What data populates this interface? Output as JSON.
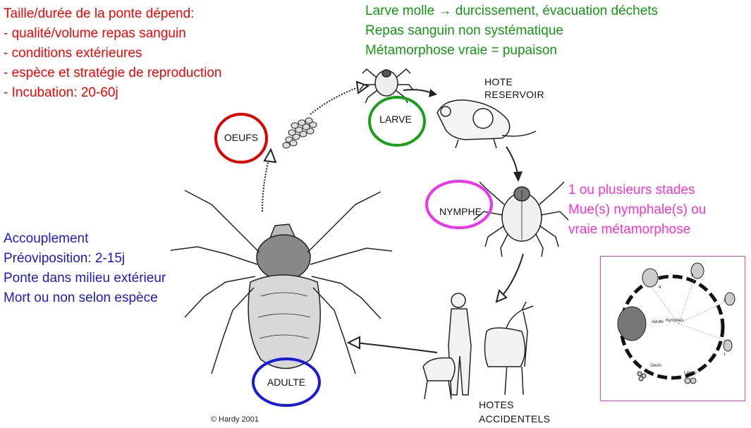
{
  "notes": {
    "eggs": [
      "Taille/durée de la ponte dépend:",
      "- qualité/volume repas sanguin",
      "- conditions extérieures",
      "- espèce et stratégie de reproduction",
      "- Incubation: 20-60j"
    ],
    "larva": [
      "Larve molle → durcissement, évacuation déchets",
      "Repas sanguin non systématique",
      "Métamorphose vraie  = pupaison"
    ],
    "nymph": [
      "1 ou plusieurs stades",
      "Mue(s) nymphale(s) ou",
      "vraie métamorphose"
    ],
    "adult": [
      "Accouplement",
      "Préoviposition: 2-15j",
      "Ponte dans milieu extérieur",
      "Mort ou non selon espèce"
    ]
  },
  "stages": {
    "eggs": "OEUFS",
    "larva": "LARVE",
    "nymph": "NYMPHE",
    "adult": "ADULTE"
  },
  "hosts": {
    "reservoir_line1": "HOTE",
    "reservoir_line2": "RESERVOIR",
    "accidental_line1": "HOTES",
    "accidental_line2": "ACCIDENTELS"
  },
  "inset": {
    "adult": "Adulte",
    "nymphs": "Nymphes",
    "eggs": "Oeufs",
    "larvae": "Larves",
    "n1": "1",
    "n2": "2",
    "n3": "3",
    "n4": "4"
  },
  "credit": "© Hardy 2001",
  "colors": {
    "eggs": "#ff0000",
    "larva": "#129912",
    "nymph": "#ff33cc",
    "adult": "#1a1acc"
  }
}
